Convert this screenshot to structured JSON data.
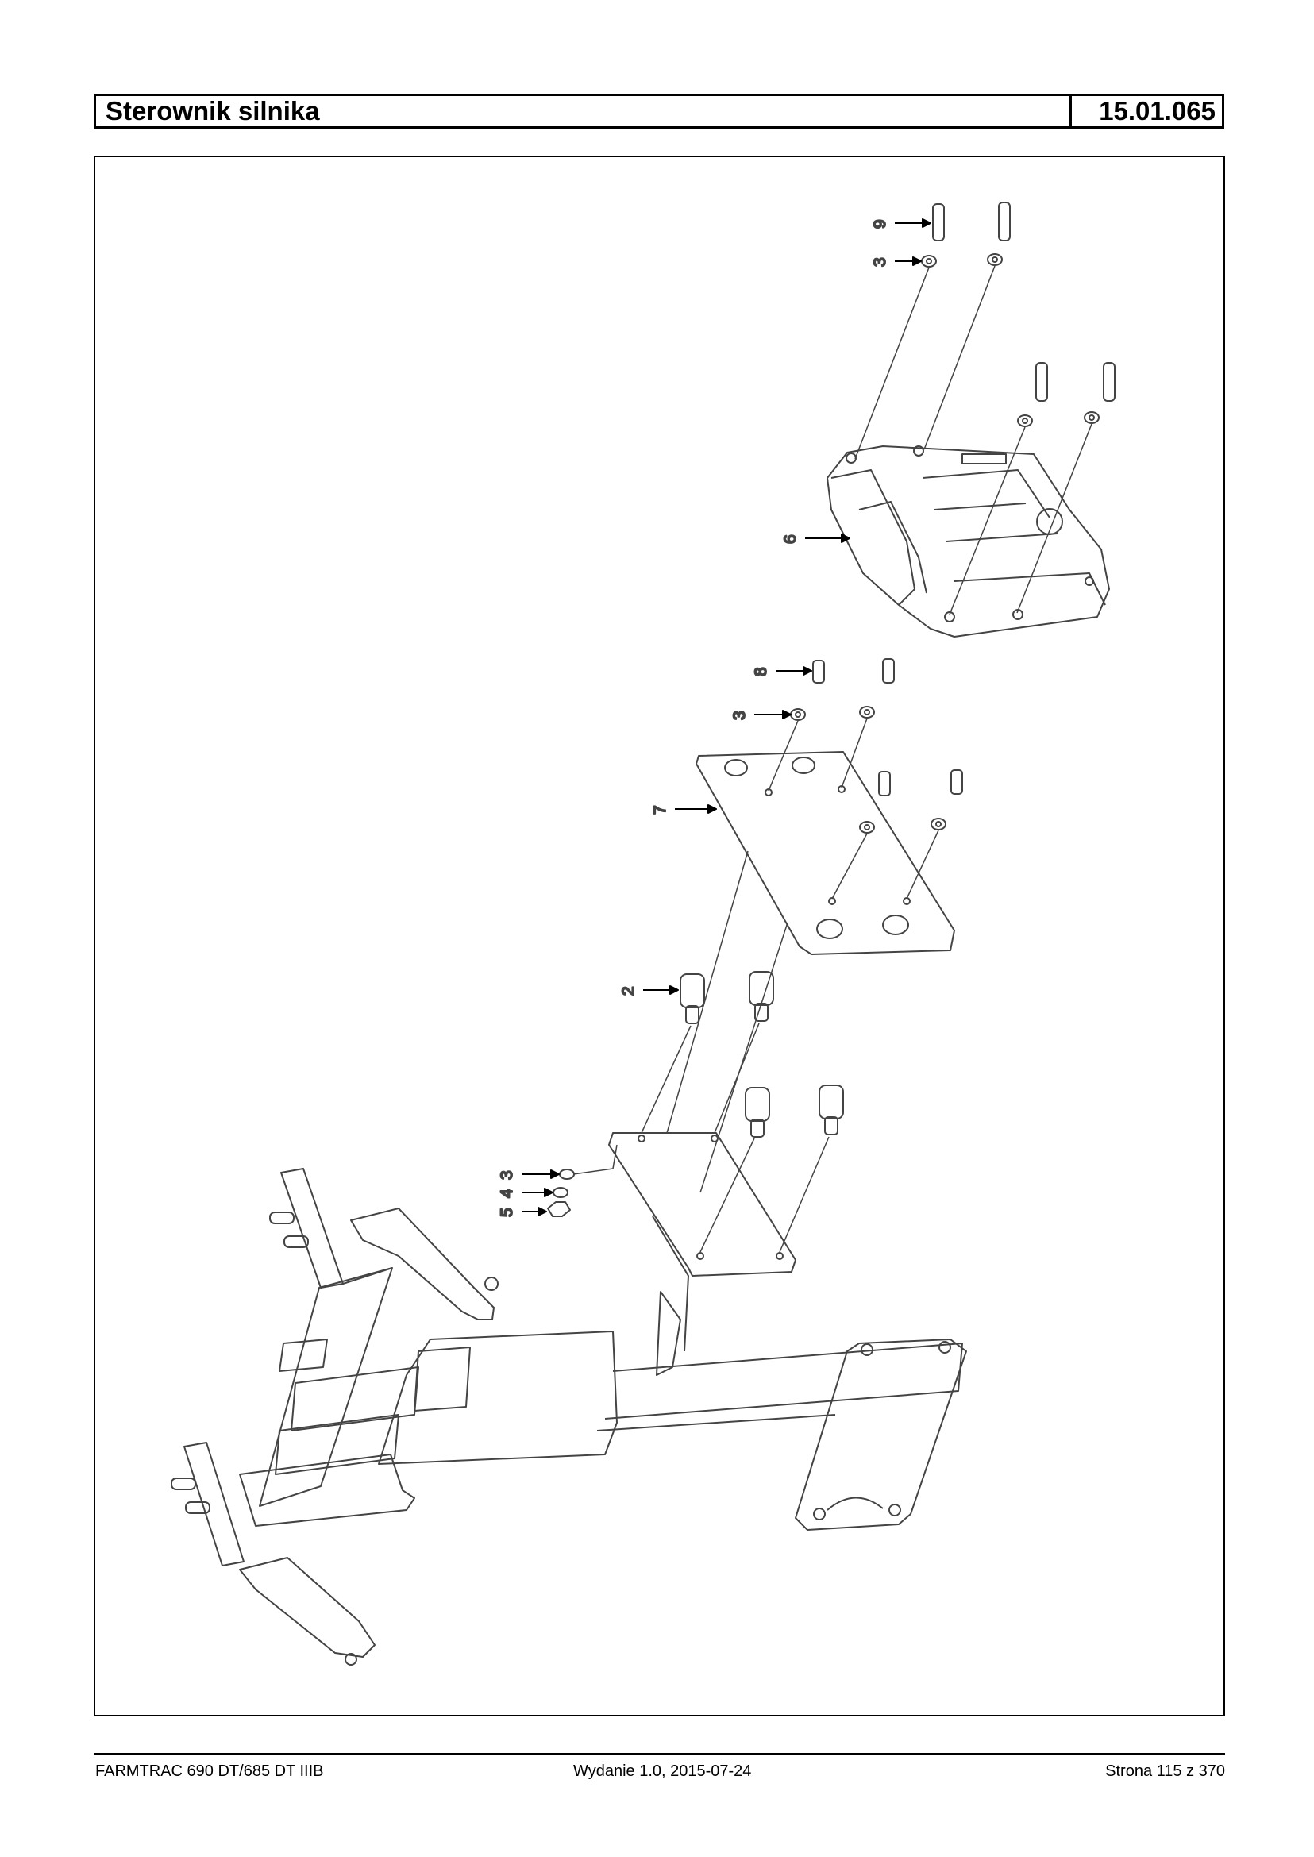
{
  "header": {
    "title": "Sterownik silnika",
    "code": "15.01.065"
  },
  "diagram": {
    "callouts": [
      "9",
      "3",
      "6",
      "8",
      "3",
      "7",
      "2",
      "5",
      "4",
      "3"
    ]
  },
  "footer": {
    "model": "FARMTRAC 690 DT/685 DT IIIB",
    "edition": "Wydanie 1.0,  2015-07-24",
    "page": "Strona 115 z 370"
  }
}
